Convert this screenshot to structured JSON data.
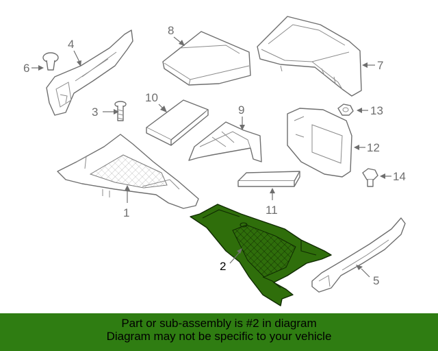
{
  "callouts": {
    "c1": "1",
    "c2": "2",
    "c3": "3",
    "c4": "4",
    "c5": "5",
    "c6": "6",
    "c7": "7",
    "c8": "8",
    "c9": "9",
    "c10": "10",
    "c11": "11",
    "c12": "12",
    "c13": "13",
    "c14": "14"
  },
  "highlighted_part": "2",
  "colors": {
    "highlight": "#2f6e0b",
    "banner": "#2f7d12",
    "line_art": "#6e6e6e"
  },
  "banner": {
    "line1": "Part or sub-assembly is #2 in diagram",
    "line2": "Diagram may not be specific to your vehicle"
  }
}
